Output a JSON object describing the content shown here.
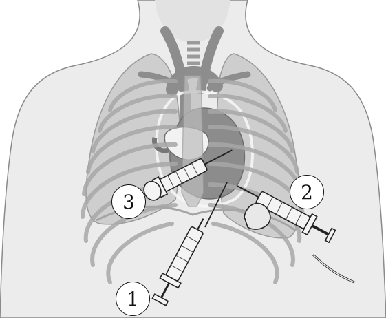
{
  "labels": {
    "one": "1",
    "two": "2",
    "three": "3"
  },
  "colors": {
    "background": "#ffffff",
    "body_fill": "#ededed",
    "rib": "#a6a6a6",
    "heart": "#8a8a8a",
    "vessel": "#8f8f8f",
    "outline": "#222222"
  }
}
